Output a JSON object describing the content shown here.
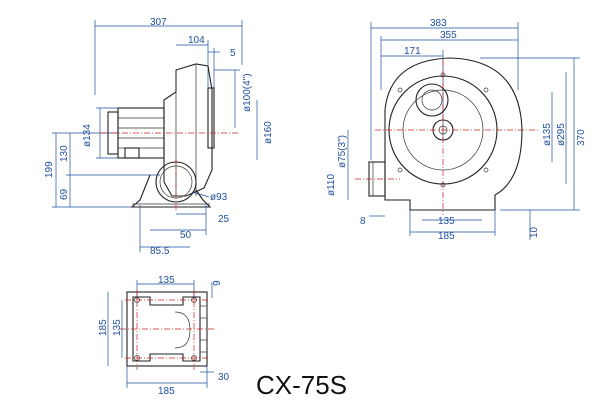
{
  "model_title": "CX-75S",
  "dimensions": {
    "side_view": {
      "overall_length": "307",
      "d104": "104",
      "d5": "5",
      "outlet_dia": "ø100(4\")",
      "flange_dia": "ø160",
      "motor_dia": "ø134",
      "h199": "199",
      "h130": "130",
      "h69": "69",
      "inlet_dia": "ø93",
      "d25": "25",
      "d50": "50",
      "d85_5": "85.5"
    },
    "front_view": {
      "overall_width": "383",
      "d355": "355",
      "d171": "171",
      "d75": "ø75(3\")",
      "d110": "ø110",
      "d135_dia": "ø135",
      "d295": "ø295",
      "height370": "370",
      "d8": "8",
      "d135_base": "135",
      "d185_base": "185",
      "d10": "10"
    },
    "base_view": {
      "d135_top": "135",
      "d9": "9",
      "d185_left": "185",
      "d135_left": "135",
      "d185_bottom": "185",
      "d30": "30"
    }
  },
  "colors": {
    "dimension": "#1f4fa0",
    "centerline": "#d02020",
    "outline": "#222222"
  }
}
